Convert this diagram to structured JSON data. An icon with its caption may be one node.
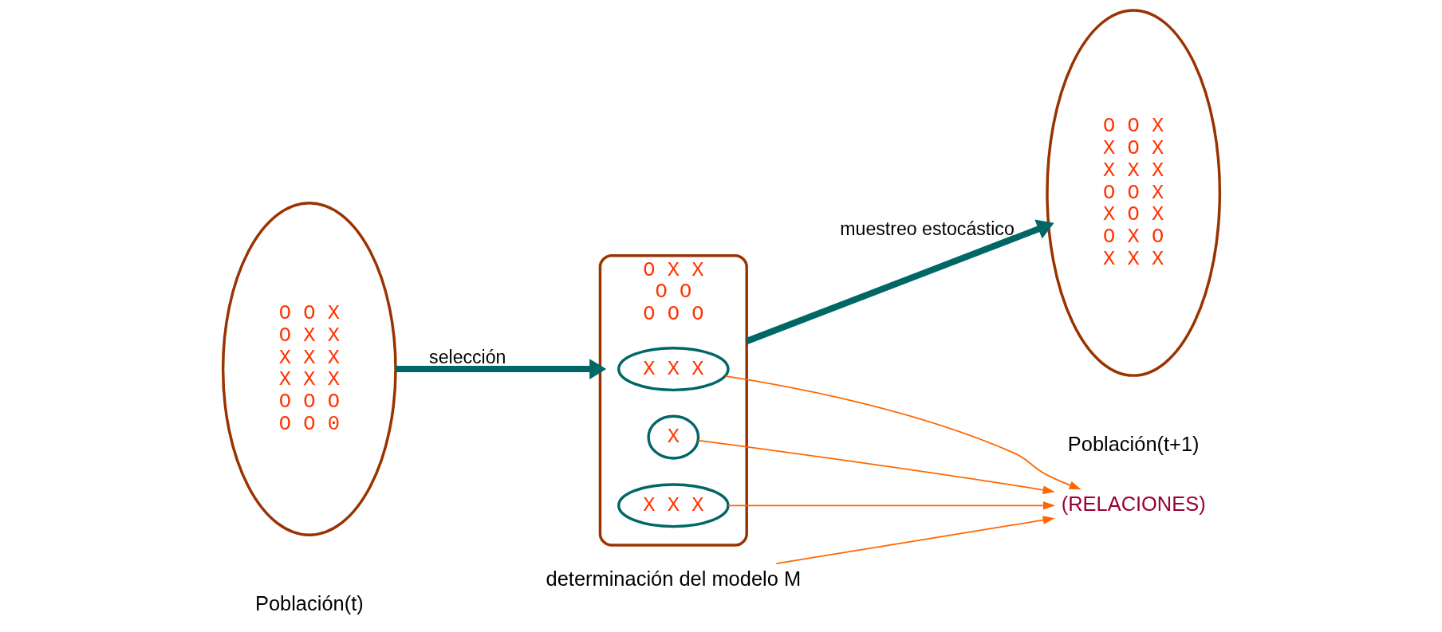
{
  "diagram": {
    "nodes": [
      {
        "text": [
          "O O X",
          "O X X",
          "X X X",
          "X X X",
          "O O O",
          "O O 0"
        ],
        "beside": [
          "Población(t)"
        ]
      },
      {
        "text": [
          "O X X",
          "O O",
          "O O O"
        ]
      },
      {
        "text": [
          "X"
        ],
        "in": 1
      },
      {
        "text": [
          "X X X"
        ],
        "in": 1
      },
      {
        "text": [
          "X X X"
        ],
        "in": 1
      },
      {
        "text": [
          "(RELACIONES)"
        ]
      },
      {
        "text": [
          "O O X",
          "X O X",
          "X X X",
          "O O X",
          "X O X",
          "O X O",
          "X X X"
        ],
        "beside": [
          "Población(t+1)"
        ]
      },
      {
        "text": [
          "determinación del modelo M"
        ]
      }
    ],
    "edges": [
      {
        "from": 0,
        "to": 1,
        "arrow": "to",
        "label": "selección",
        "style": "thick",
        "color": "#006666"
      },
      {
        "from": 1,
        "to": 6,
        "arrow": "to",
        "label": "muestreo estocástico",
        "style": "thick",
        "color": "#006666"
      },
      {
        "from": 2,
        "to": 5,
        "arrow": "to"
      },
      {
        "from": 3,
        "to": 5,
        "arrow": "to"
      },
      {
        "from": 4,
        "to": 5,
        "arrow": "to"
      },
      {
        "from": 7,
        "to": 5,
        "arrow": "to"
      }
    ]
  }
}
